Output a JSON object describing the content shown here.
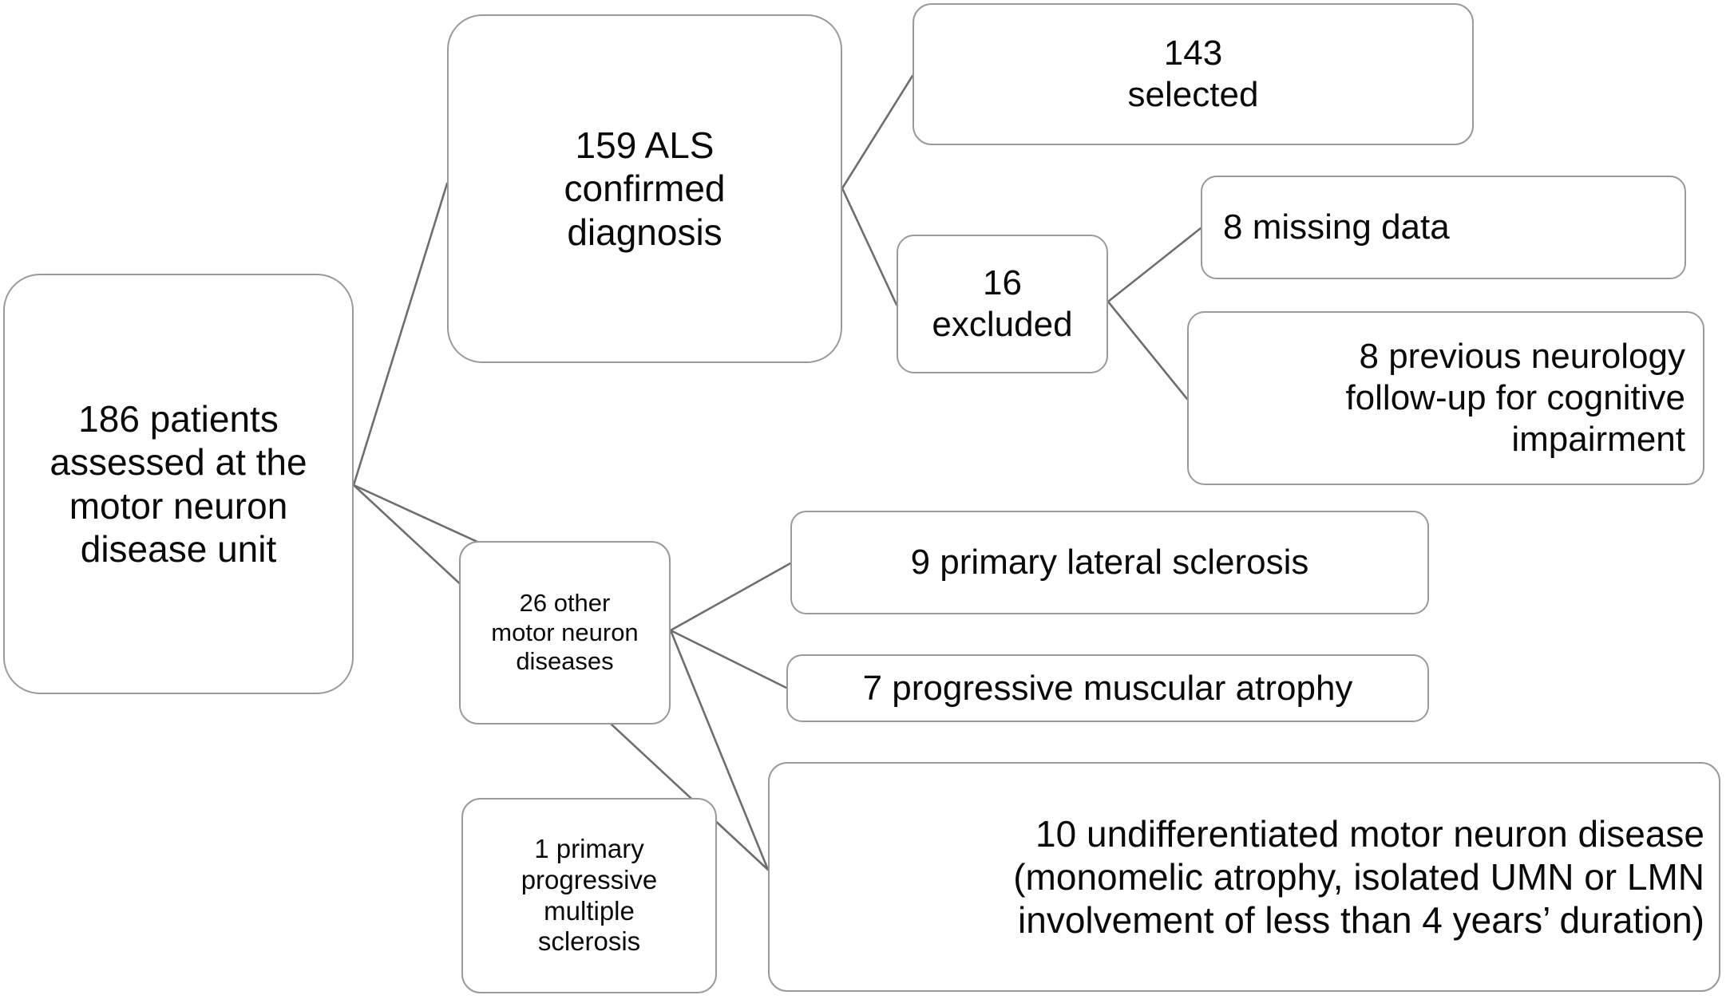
{
  "diagram": {
    "type": "flowchart",
    "title": "Patient selection flow diagram",
    "style": {
      "box_border_color": "#9a9a9a",
      "box_fill_color": "#ffffff",
      "connector_color": "#6e6e6e",
      "text_color": "#0a0a0a",
      "background": "#ffffff"
    },
    "nodes": [
      {
        "id": "root",
        "label": "186 patients\nassessed at the\nmotor neuron\ndisease unit",
        "count": 186
      },
      {
        "id": "als",
        "label": "159 ALS\nconfirmed\ndiagnosis",
        "count": 159
      },
      {
        "id": "selected",
        "label": "143\nselected",
        "count": 143
      },
      {
        "id": "excluded",
        "label": "16\nexcluded",
        "count": 16
      },
      {
        "id": "missing",
        "label": "8 missing data",
        "count": 8
      },
      {
        "id": "neuro",
        "label": "8 previous neurology\nfollow-up for cognitive\nimpairment",
        "count": 8
      },
      {
        "id": "other",
        "label": "26 other\nmotor neuron\ndiseases",
        "count": 26
      },
      {
        "id": "pls",
        "label": "9 primary lateral sclerosis",
        "count": 9
      },
      {
        "id": "pma",
        "label": "7 progressive muscular atrophy",
        "count": 7
      },
      {
        "id": "ppms",
        "label": "1 primary\nprogressive\nmultiple\nsclerosis",
        "count": 1
      },
      {
        "id": "undiff",
        "label": "10 undifferentiated motor neuron disease\n(monomelic atrophy, isolated UMN or LMN\ninvolvement of less than 4 years’ duration)",
        "count": 10
      }
    ],
    "edges": [
      {
        "from": "root",
        "to": "als"
      },
      {
        "from": "root",
        "to": "other"
      },
      {
        "from": "root",
        "to": "ppms"
      },
      {
        "from": "als",
        "to": "selected"
      },
      {
        "from": "als",
        "to": "excluded"
      },
      {
        "from": "excluded",
        "to": "missing"
      },
      {
        "from": "excluded",
        "to": "neuro"
      },
      {
        "from": "other",
        "to": "pls"
      },
      {
        "from": "other",
        "to": "pma"
      },
      {
        "from": "other",
        "to": "undiff"
      }
    ]
  }
}
